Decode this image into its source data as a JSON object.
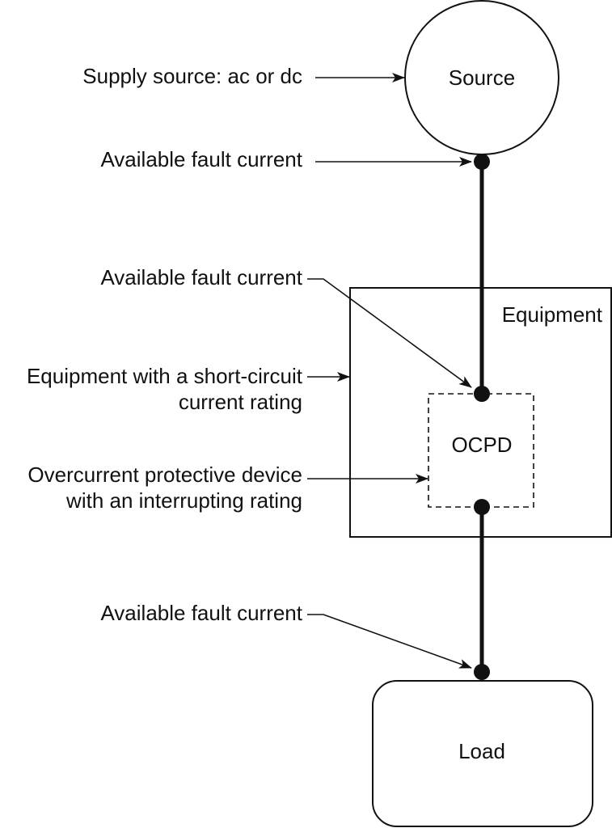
{
  "nodes": {
    "source": "Source",
    "equipment": "Equipment",
    "ocpd": "OCPD",
    "load": "Load"
  },
  "labels": {
    "supply_source": "Supply source: ac or dc",
    "fault_current_source": "Available fault current",
    "fault_current_equipment": "Available fault current",
    "equipment_sccr_line1": "Equipment with a short-circuit",
    "equipment_sccr_line2": "current rating",
    "ocpd_line1": "Overcurrent protective device",
    "ocpd_line2": "with an interrupting rating",
    "fault_current_load": "Available fault current"
  },
  "colors": {
    "line": "#111111",
    "background": "#ffffff"
  }
}
